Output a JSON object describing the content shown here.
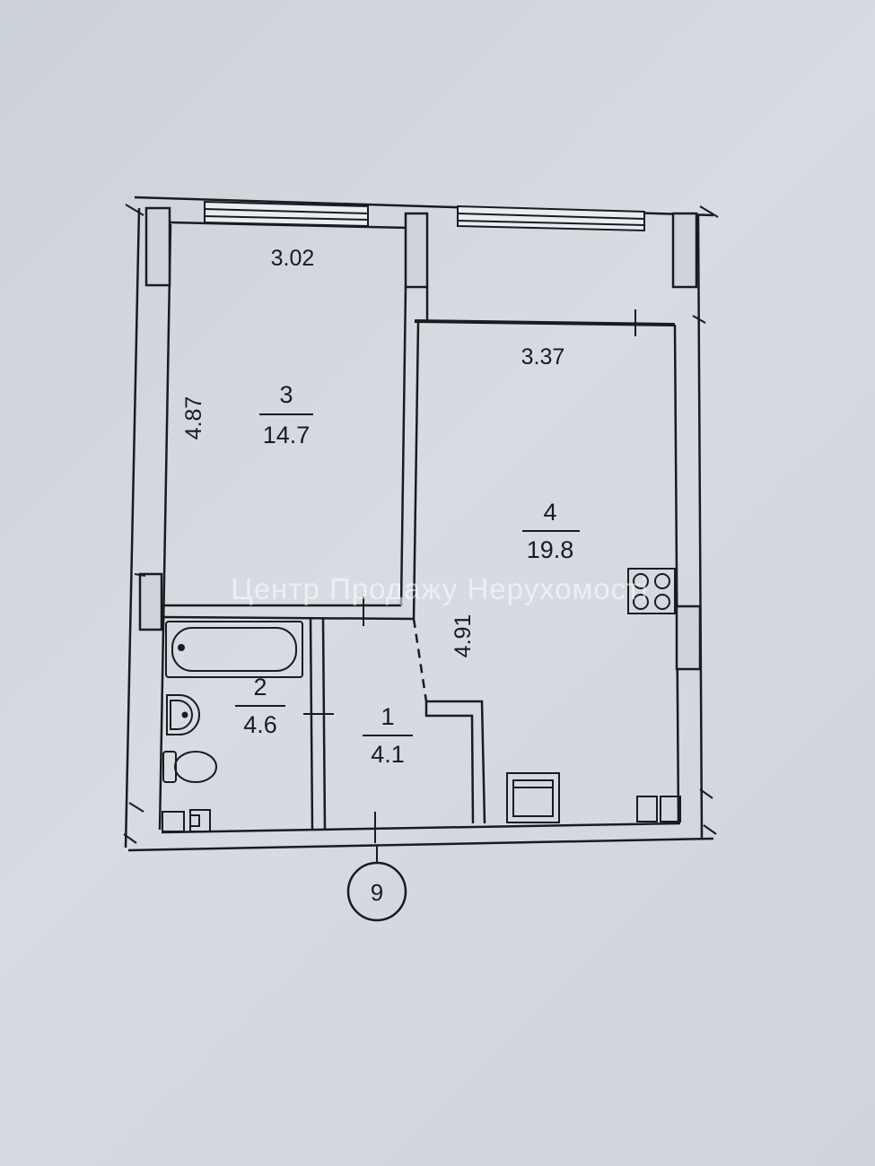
{
  "plan": {
    "rooms": [
      {
        "id": "bedroom",
        "number": "3",
        "area": "14.7"
      },
      {
        "id": "bathroom",
        "number": "2",
        "area": "4.6"
      },
      {
        "id": "hall",
        "number": "1",
        "area": "4.1"
      },
      {
        "id": "kitchen-living",
        "number": "4",
        "area": "19.8"
      }
    ],
    "dimensions": {
      "bedroom_width": "3.02",
      "bedroom_length": "4.87",
      "kitchen_width": "3.37",
      "kitchen_length": "4.91"
    },
    "axis_marker": "9",
    "watermark": "Центр Продажу Нерухомості",
    "colors": {
      "ink": "#1b1b1f",
      "paper": "#d4d8df",
      "glass": "#e9ecf0"
    }
  }
}
